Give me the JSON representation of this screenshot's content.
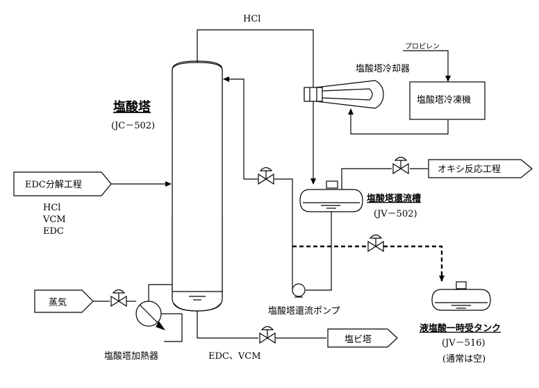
{
  "labels": {
    "hcl_top": "HCl",
    "propylene": "プロピレン",
    "cooler": "塩酸塔冷却器",
    "chiller": "塩酸塔冷凍機",
    "tower_title": "塩酸塔",
    "tower_code": "(JC－502)",
    "edc_decomp": "EDC分解工程",
    "feed_hcl": "HCl",
    "feed_vcm": "VCM",
    "feed_edc": "EDC",
    "oxy": "オキシ反応工程",
    "reflux_drum": "塩酸塔還流槽",
    "reflux_drum_code": "(JV－502)",
    "steam": "蒸気",
    "reflux_pump": "塩酸塔還流ポンプ",
    "reboiler": "塩酸塔加熱器",
    "bottoms": "EDC、VCM",
    "vc_tower": "塩ビ塔",
    "temp_tank": "液塩酸一時受タンク",
    "temp_tank_code": "(JV－516)",
    "temp_tank_status": "(通常は空)"
  }
}
